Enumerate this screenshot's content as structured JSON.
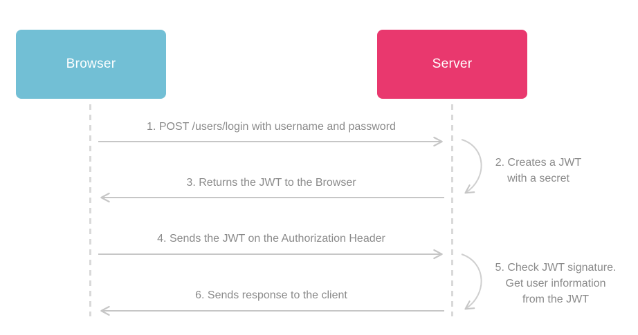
{
  "actors": [
    {
      "id": "browser",
      "label": "Browser",
      "color": "#72BFD5"
    },
    {
      "id": "server",
      "label": "Server",
      "color": "#E9386E"
    }
  ],
  "messages": [
    {
      "step": 1,
      "label": "1. POST /users/login with username and password",
      "from": "Browser",
      "to": "Server",
      "direction": "right"
    },
    {
      "step": 3,
      "label": "3. Returns the JWT to the Browser",
      "from": "Server",
      "to": "Browser",
      "direction": "left"
    },
    {
      "step": 4,
      "label": "4. Sends the JWT on the Authorization Header",
      "from": "Browser",
      "to": "Server",
      "direction": "right"
    },
    {
      "step": 6,
      "label": "6. Sends response to the client",
      "from": "Server",
      "to": "Browser",
      "direction": "left"
    }
  ],
  "self_messages": [
    {
      "step": 2,
      "actor": "Server",
      "lines": [
        "2. Creates a JWT",
        "with a secret"
      ]
    },
    {
      "step": 5,
      "actor": "Server",
      "lines": [
        "5. Check JWT signature.",
        "Get user information",
        "from the JWT"
      ]
    }
  ],
  "colors": {
    "browser_box": "#72BFD5",
    "server_box": "#E9386E",
    "label_text": "#8A8A8A",
    "arrow_gray": "#C6C6C6",
    "lifeline_gray": "#D9D9D9"
  }
}
